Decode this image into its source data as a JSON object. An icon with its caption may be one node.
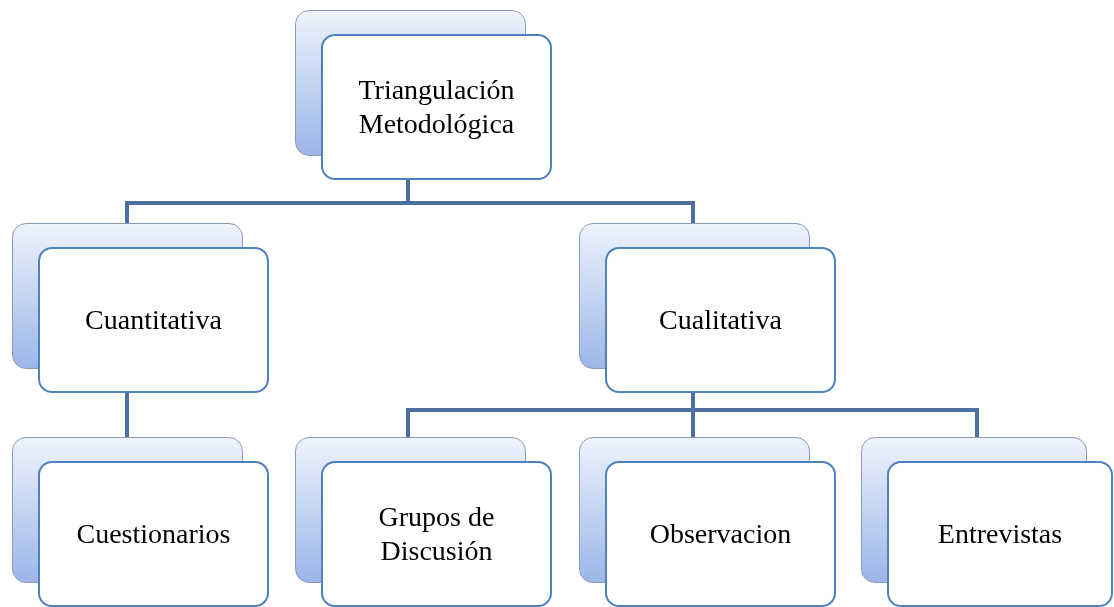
{
  "diagram": {
    "nodes": [
      {
        "text": [
          "Triangulación Metodológica"
        ]
      },
      {
        "text": [
          "Cuantitativa"
        ]
      },
      {
        "text": [
          "Cualitativa"
        ]
      },
      {
        "text": [
          "Cuestionarios"
        ]
      },
      {
        "text": [
          "Grupos de Discusión"
        ]
      },
      {
        "text": [
          "Observacion"
        ]
      },
      {
        "text": [
          "Entrevistas"
        ]
      }
    ],
    "edges": [
      {
        "from": 0,
        "to": 1,
        "arrow": "none"
      },
      {
        "from": 0,
        "to": 2,
        "arrow": "none"
      },
      {
        "from": 1,
        "to": 3,
        "arrow": "none"
      },
      {
        "from": 2,
        "to": 4,
        "arrow": "none"
      },
      {
        "from": 2,
        "to": 5,
        "arrow": "none"
      },
      {
        "from": 2,
        "to": 6,
        "arrow": "none"
      }
    ]
  }
}
